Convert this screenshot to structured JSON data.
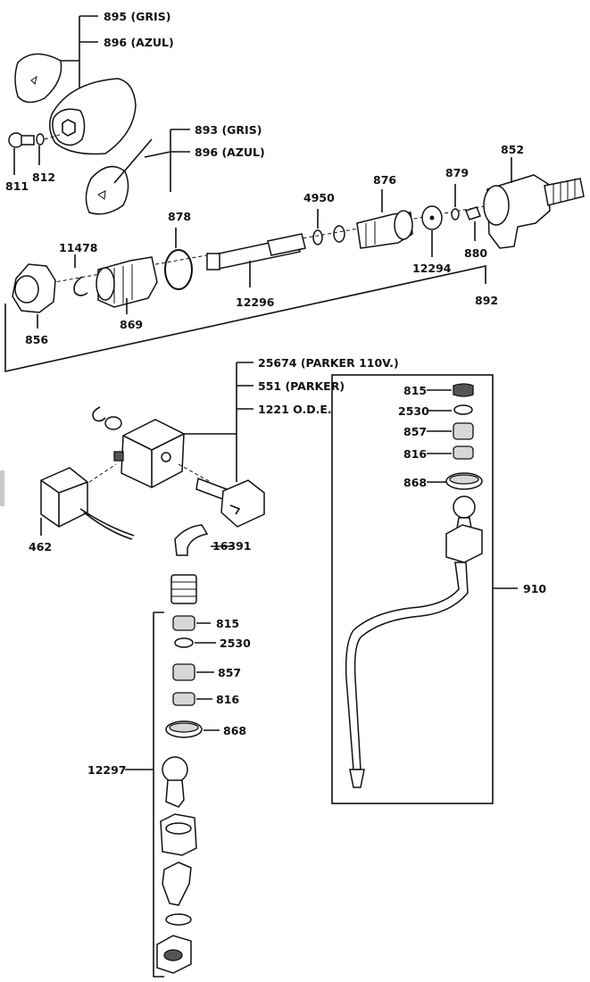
{
  "labels": {
    "l895": "895 (GRIS)",
    "l896a": "896 (AZUL)",
    "l893": "893 (GRIS)",
    "l896b": "896 (AZUL)",
    "l811": "811",
    "l812": "812",
    "l878": "878",
    "l4950": "4950",
    "l876": "876",
    "l879": "879",
    "l852": "852",
    "l11478": "11478",
    "l12296": "12296",
    "l12294": "12294",
    "l880": "880",
    "l892": "892",
    "l856": "856",
    "l869": "869",
    "l25674": "25674 (PARKER 110V.)",
    "l551": "551 (PARKER)",
    "l1221": "1221 O.D.E.",
    "l462": "462",
    "l16391": "16391",
    "l815a": "815",
    "l2530a": "2530",
    "l857a": "857",
    "l816a": "816",
    "l868a": "868",
    "l12297": "12297",
    "l815b": "815",
    "l2530b": "2530",
    "l857b": "857",
    "l816b": "816",
    "l868b": "868",
    "l910": "910"
  }
}
